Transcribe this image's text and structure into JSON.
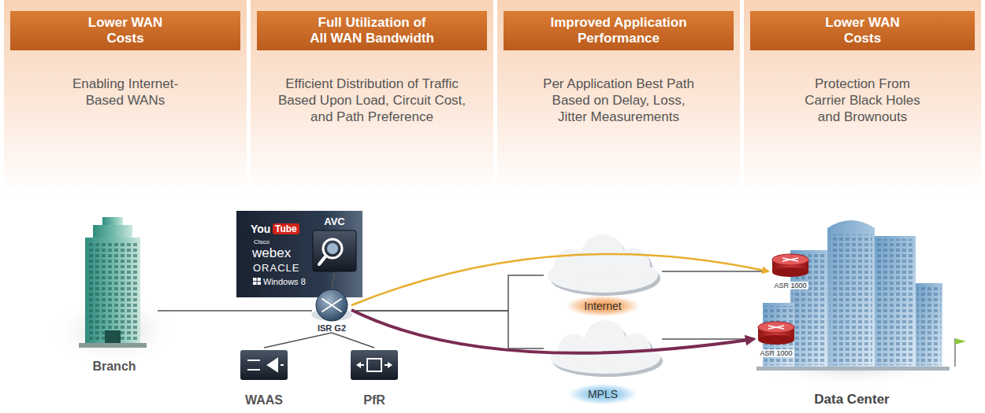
{
  "diagram": {
    "nodes": [
      {
        "text": [
          "Lower WAN Costs",
          "Enabling Internet-Based WANs"
        ]
      },
      {
        "text": [
          "Full Utilization of All WAN Bandwidth",
          "Efficient Distribution of Traffic Based Upon Load, Circuit Cost, and Path Preference"
        ]
      },
      {
        "text": [
          "Improved Application Performance",
          "Per Application Best Path Based on Delay, Loss, Jitter Measurements"
        ]
      },
      {
        "text": [
          "Lower WAN Costs",
          "Protection From Carrier Black Holes and Brownouts"
        ]
      },
      {
        "text": [
          "Branch"
        ]
      },
      {
        "text": [
          "ISR G2"
        ]
      },
      {
        "text": [
          "AVC"
        ]
      },
      {
        "text": [
          "WAAS"
        ]
      },
      {
        "text": [
          "PfR"
        ]
      },
      {
        "text": [
          "Internet"
        ]
      },
      {
        "text": [
          "MPLS"
        ]
      },
      {
        "text": [
          "Data Center"
        ]
      },
      {
        "text": [
          "ASR 1000"
        ],
        "in": 11
      },
      {
        "text": [
          "ASR 1000"
        ],
        "in": 11
      }
    ],
    "edges": [
      {
        "from": 4,
        "to": 5,
        "arrow": "none"
      },
      {
        "from": 6,
        "to": 5,
        "arrow": "none"
      },
      {
        "from": 5,
        "to": 7,
        "arrow": "none"
      },
      {
        "from": 5,
        "to": 8,
        "arrow": "none"
      },
      {
        "from": 5,
        "to": 9,
        "arrow": "none"
      },
      {
        "from": 5,
        "to": 10,
        "arrow": "none"
      },
      {
        "from": 9,
        "to": 12,
        "arrow": "none"
      },
      {
        "from": 10,
        "to": 13,
        "arrow": "none"
      },
      {
        "from": 5,
        "to": 12,
        "arrow": "to"
      },
      {
        "from": 5,
        "to": 13,
        "arrow": "to"
      }
    ],
    "labels": [
      "You",
      "Tube",
      "Cisco",
      "webex",
      "ORACLE",
      "Windows 8"
    ]
  }
}
